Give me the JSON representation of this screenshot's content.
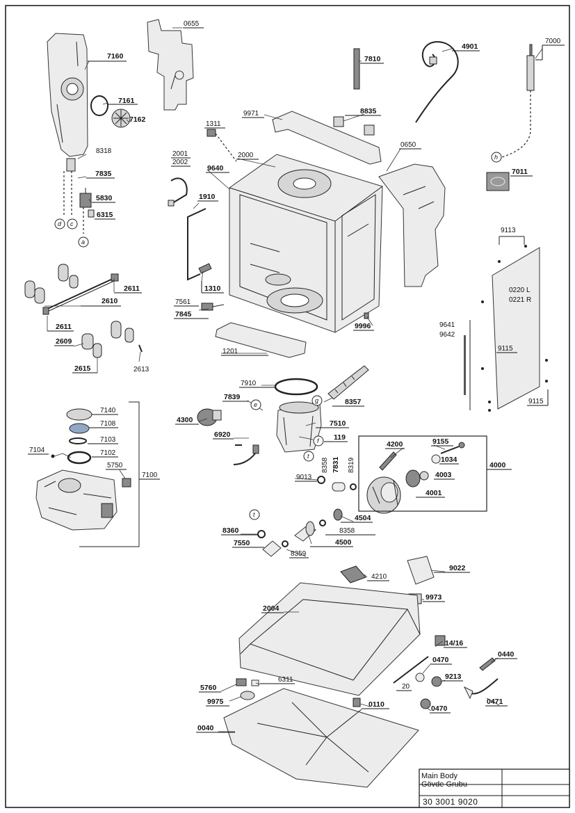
{
  "labels": {
    "p0655": "0655",
    "p7160": "7160",
    "p7161": "7161",
    "p7162": "7162",
    "p8318": "8318",
    "p7835": "7835",
    "p5830": "5830",
    "p6315": "6315",
    "p7810": "7810",
    "p4901": "4901",
    "p7000": "7000",
    "p9971": "9971",
    "p8835": "8835",
    "p1311": "1311",
    "p0650": "0650",
    "p2000": "2000",
    "p2001": "2001",
    "p2002": "2002",
    "p9640": "9640",
    "p7011": "7011",
    "p1910": "1910",
    "p9113": "9113",
    "p2611a": "2611",
    "p2610": "2610",
    "p1310": "1310",
    "p0220": "0220 L",
    "p0221": "0221 R",
    "p7561": "7561",
    "p7845": "7845",
    "p9996": "9996",
    "p9641": "9641",
    "p9642": "9642",
    "p2611b": "2611",
    "p2609": "2609",
    "p1201": "1201",
    "p9115a": "9115",
    "p2615": "2615",
    "p2613": "2613",
    "p7910": "7910",
    "p7839": "7839",
    "p8357": "8357",
    "p9115b": "9115",
    "p7140": "7140",
    "p7108": "7108",
    "p4300": "4300",
    "p7510": "7510",
    "p7103": "7103",
    "p6920": "6920",
    "p119": "119",
    "p4200": "4200",
    "p9155": "9155",
    "p7104": "7104",
    "p7102": "7102",
    "p8358a": "8358",
    "p7831": "7831",
    "p8319": "8319",
    "p1034": "1034",
    "p7100": "7100",
    "p5750": "5750",
    "p4000": "4000",
    "p9013": "9013",
    "p4003": "4003",
    "p4001": "4001",
    "p4504": "4504",
    "p8358b": "8358",
    "p8360": "8360",
    "p4500": "4500",
    "p7550": "7550",
    "p8359": "8359",
    "p9022": "9022",
    "p4210": "4210",
    "p9973": "9973",
    "p2004": "2004",
    "p1416": "14/16",
    "p0440": "0440",
    "p0470a": "0470",
    "p9213": "9213",
    "p6311": "6311",
    "p20": "20",
    "p5760": "5760",
    "p0471": "0471",
    "p9975": "9975",
    "p0110": "0110",
    "p0470b": "0470",
    "p0040": "0040"
  },
  "connectors": {
    "d": "d",
    "c": "c",
    "a": "a",
    "h": "h",
    "e": "e",
    "g": "g",
    "f": "f",
    "t1": "t",
    "t2": "t"
  },
  "title_block": {
    "line1": "Main Body",
    "line2": "Gövde Grubu",
    "code": "30 3001 9020"
  }
}
